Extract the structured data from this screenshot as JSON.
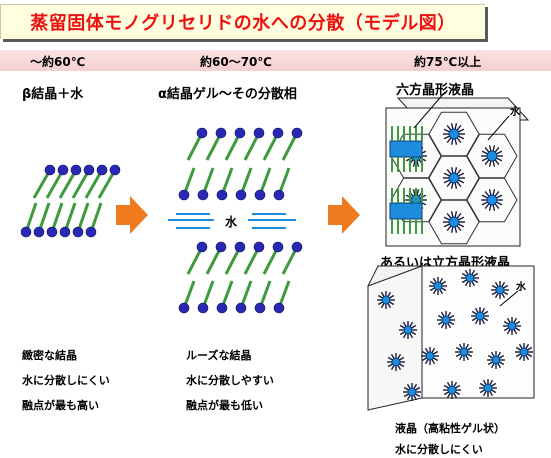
{
  "title": "蒸留固体モノグリセリドの水への分散（モデル図）",
  "stages": [
    {
      "temp": "～約60℃",
      "label": "β結晶＋水",
      "notes": [
        "緻密な結晶",
        "水に分散しにくい",
        "融点が最も高い"
      ]
    },
    {
      "temp": "約60～70℃",
      "label": "α結晶ゲル～その分散相",
      "notes": [
        "ルーズな結晶",
        "水に分散しやすい",
        "融点が最も低い"
      ]
    },
    {
      "temp": "約75℃以上",
      "label": "六方晶形液晶",
      "alt_label": "あるいは立方晶形液晶",
      "notes": [
        "液晶（高粘性ゲル状）",
        "水に分散しにくい"
      ]
    }
  ],
  "water_label": "水",
  "colors": {
    "title_text": "#ee1010",
    "arrow": "#f07a1e",
    "tail": "#3e9a3e",
    "head": "#2828b4",
    "water": "#1e8cdc"
  }
}
